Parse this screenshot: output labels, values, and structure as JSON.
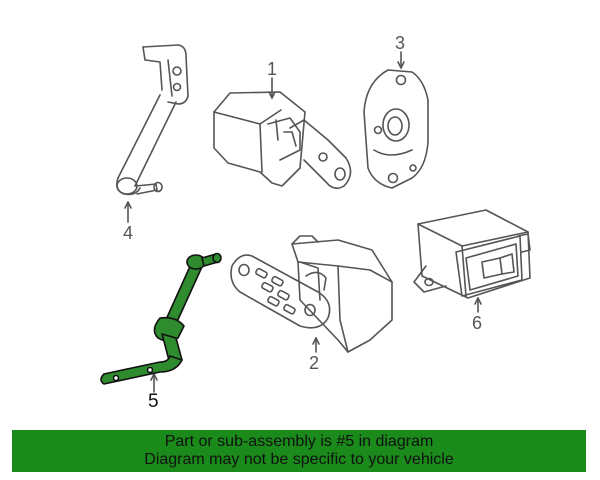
{
  "callouts": [
    {
      "id": "1",
      "highlighted": false
    },
    {
      "id": "2",
      "highlighted": false
    },
    {
      "id": "3",
      "highlighted": false
    },
    {
      "id": "4",
      "highlighted": false
    },
    {
      "id": "5",
      "highlighted": true
    },
    {
      "id": "6",
      "highlighted": false
    }
  ],
  "banner": {
    "line1": "Part or sub-assembly is #5 in diagram",
    "line2": "Diagram may not be specific to your vehicle"
  },
  "colors": {
    "highlight_part": "#2e8b2e",
    "banner_bg": "#1a8a1a",
    "line_art": "#555555"
  }
}
